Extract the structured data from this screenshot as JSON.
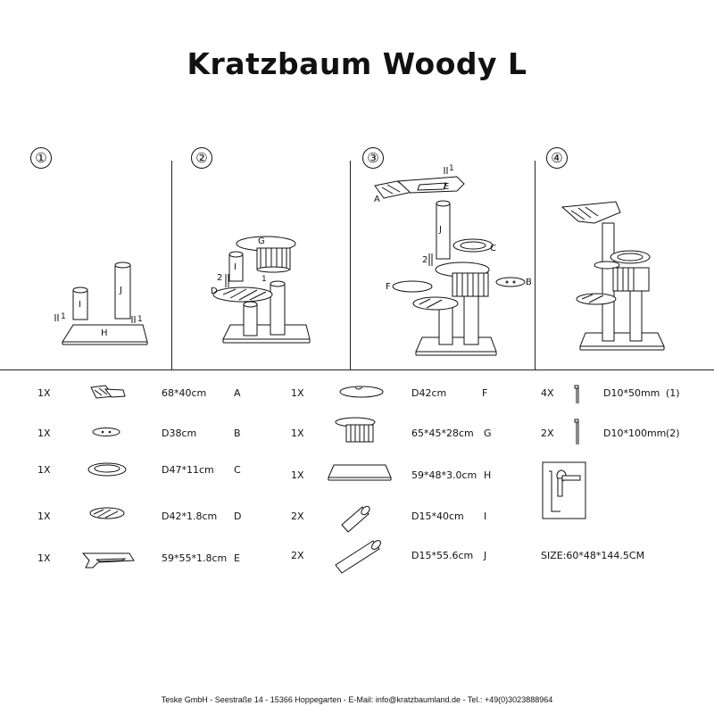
{
  "title": "Kratzbaum Woody L",
  "steps": [
    {
      "number": "①",
      "labels": {
        "h": "H",
        "i": "I",
        "j": "J",
        "screw1a": "1",
        "screw1b": "1"
      }
    },
    {
      "number": "②",
      "labels": {
        "g": "G",
        "i": "I",
        "d": "D",
        "screw2": "2",
        "screw1": "1"
      }
    },
    {
      "number": "③",
      "labels": {
        "a": "A",
        "e": "E",
        "j": "J",
        "c": "C",
        "f": "F",
        "b": "B",
        "screw2": "2",
        "screw1": "1"
      }
    },
    {
      "number": "④",
      "labels": {}
    }
  ],
  "parts": {
    "col1": [
      {
        "qty": "1X",
        "size": "68*40cm",
        "letter": "A",
        "icon": "platform-hammock-icon"
      },
      {
        "qty": "1X",
        "size": "D38cm",
        "letter": "B",
        "icon": "small-disc-icon"
      },
      {
        "qty": "1X",
        "size": "D47*11cm",
        "letter": "C",
        "icon": "bed-ring-icon"
      },
      {
        "qty": "1X",
        "size": "D42*1.8cm",
        "letter": "D",
        "icon": "striped-disc-icon"
      },
      {
        "qty": "1X",
        "size": "59*55*1.8cm",
        "letter": "E",
        "icon": "u-frame-icon"
      }
    ],
    "col2": [
      {
        "qty": "1X",
        "size": "D42cm",
        "letter": "F",
        "icon": "notched-disc-icon"
      },
      {
        "qty": "1X",
        "size": "65*45*28cm",
        "letter": "G",
        "icon": "cave-house-icon"
      },
      {
        "qty": "1X",
        "size": "59*48*3.0cm",
        "letter": "H",
        "icon": "base-board-icon"
      },
      {
        "qty": "2X",
        "size": "D15*40cm",
        "letter": "I",
        "icon": "short-post-icon"
      },
      {
        "qty": "2X",
        "size": "D15*55.6cm",
        "letter": "J",
        "icon": "long-post-icon"
      }
    ],
    "col3": [
      {
        "qty": "4X",
        "size": "D10*50mm",
        "letter": "(1)",
        "icon": "short-screw-icon"
      },
      {
        "qty": "2X",
        "size": "D10*100mm",
        "letter": "(2)",
        "icon": "long-screw-icon"
      }
    ],
    "size_note": "SIZE:60*48*144.5CM",
    "tool_icon": "allen-key-icon"
  },
  "footer": "Teske GmbH - Seestraße 14 - 15366 Hoppegarten - E-Mail: info@kratzbaumland.de - Tel.: +49(0)3023888964"
}
